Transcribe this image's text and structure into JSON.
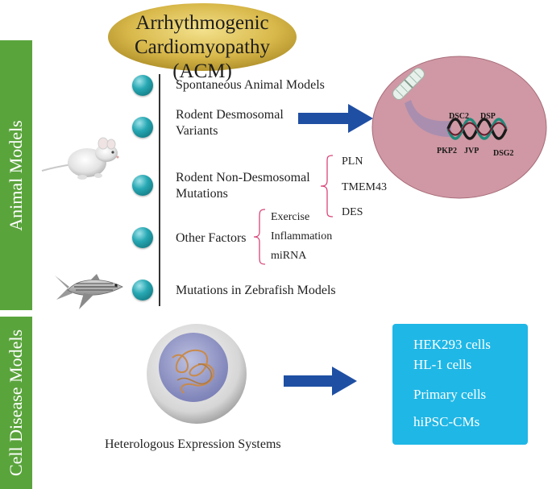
{
  "title": {
    "line1": "Arrhythmogenic Cardiomyopathy",
    "line2": "(ACM)"
  },
  "sections": {
    "animal": "Animal Models",
    "cell": "Cell Disease Models"
  },
  "animal_models": {
    "spontaneous": "Spontaneous Animal Models",
    "rodent_desmosomal": [
      "Rodent Desmosomal",
      "Variants"
    ],
    "rodent_non_desmosomal": [
      "Rodent Non-Desmosomal",
      "Mutations"
    ],
    "non_desmosomal_genes": [
      "PLN",
      "TMEM43",
      "DES"
    ],
    "other_factors": "Other Factors",
    "other_factor_items": [
      "Exercise",
      "Inflammation",
      "miRNA"
    ],
    "zebrafish": "Mutations in Zebrafish Models"
  },
  "desmosome_genes": [
    "DSC2",
    "DSP",
    "PKP2",
    "JVP",
    "DSG2"
  ],
  "cell_models": {
    "heterologous": "Heterologous Expression Systems",
    "cell_types": [
      "HEK293 cells",
      "HL-1 cells",
      "Primary cells",
      "hiPSC-CMs"
    ]
  },
  "colors": {
    "sidebar": "#5aa43c",
    "bullet": "#1f9aa5",
    "arrow": "#1f4fa3",
    "bracket": "#d9457a",
    "cell_box": "#1fb7e6",
    "title_oval": "#d8b84a",
    "cell_ellipse": "#cf98a4"
  },
  "icons": [
    "mouse-icon",
    "zebrafish-icon",
    "cell-sphere-icon",
    "dna-helix-icon",
    "chromosome-icon"
  ]
}
